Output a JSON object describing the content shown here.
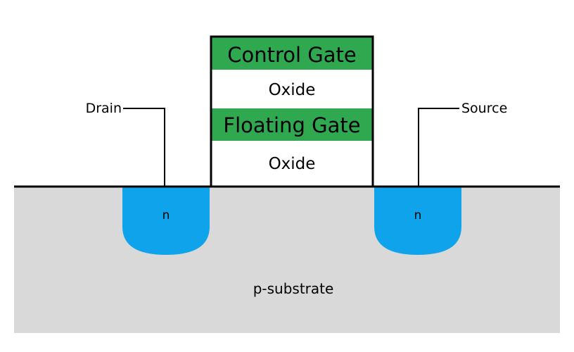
{
  "gate_stack": {
    "control_gate": "Control Gate",
    "oxide_top": "Oxide",
    "floating_gate": "Floating Gate",
    "oxide_bottom": "Oxide"
  },
  "terminals": {
    "drain": "Drain",
    "source": "Source"
  },
  "regions": {
    "drain_well": "n",
    "source_well": "n",
    "substrate": "p-substrate"
  },
  "colors": {
    "gate": "#2fa84f",
    "well": "#0ea3ea",
    "substrate": "#d9d9d9",
    "outline": "#000000",
    "background": "#ffffff"
  }
}
